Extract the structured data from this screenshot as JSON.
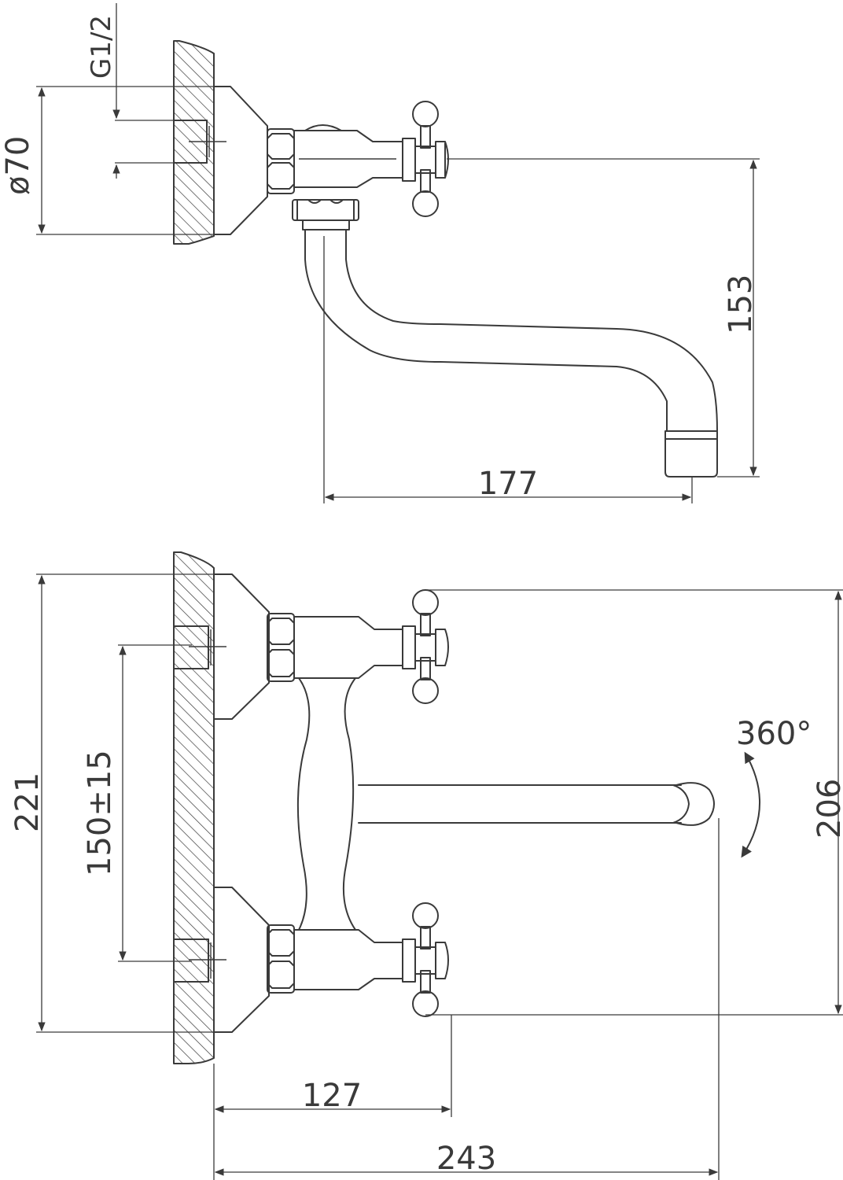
{
  "side_view": {
    "thread_label": "G1/2",
    "flange_diameter_label": "ø70",
    "spout_height_label": "153",
    "spout_reach_label": "177"
  },
  "front_view": {
    "overall_height_label": "221",
    "center_distance_label": "150±15",
    "handle_span_label": "206",
    "rotation_label": "360°",
    "handle_reach_label": "127",
    "overall_reach_label": "243"
  },
  "colors": {
    "line": "#3a3a3a",
    "hatch": "#3a3a3a",
    "background": "#ffffff"
  }
}
